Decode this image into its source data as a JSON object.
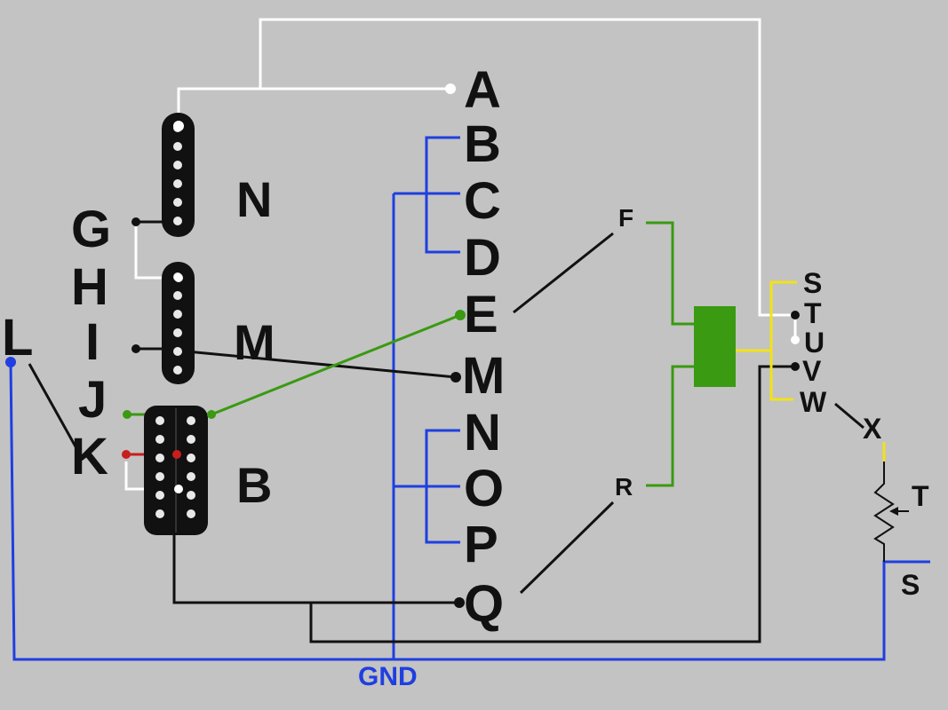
{
  "diagram": {
    "terminals_column": [
      "A",
      "B",
      "C",
      "D",
      "E",
      "M",
      "N",
      "O",
      "P",
      "Q"
    ],
    "pickup_labels": {
      "neck": "N",
      "middle": "M",
      "bridge": "B"
    },
    "left_labels": [
      "G",
      "H",
      "I",
      "J",
      "K",
      "L"
    ],
    "switch_labels": [
      "S",
      "T",
      "U",
      "V",
      "W"
    ],
    "callouts": {
      "f": "F",
      "r": "R",
      "x": "X",
      "t": "T",
      "s": "S"
    },
    "ground_label": "GND",
    "colors": {
      "background": "#c3c3c3",
      "ground_wire": "#1f3fe0",
      "green_wire": "#3a9a12",
      "yellow_wire": "#f2e21a",
      "white_wire": "#ffffff",
      "black_wire": "#111111",
      "red_wire": "#c81e1e",
      "capacitor": "#3a9a12"
    }
  }
}
